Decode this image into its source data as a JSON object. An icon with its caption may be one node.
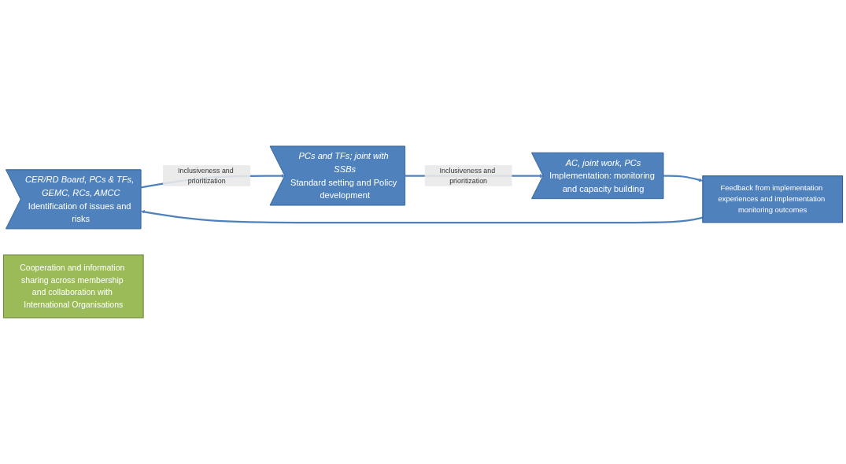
{
  "diagram": {
    "nodes": [
      {
        "text": [
          "CER/RD Board, PCs & TFs, GEMC, RCs, AMCC",
          "Identification of issues and risks"
        ]
      },
      {
        "text": [
          "PCs and TFs; joint with SSBs",
          "Standard setting and Policy development"
        ]
      },
      {
        "text": [
          "AC, joint work, PCs",
          "Implementation: monitoring and capacity building"
        ]
      },
      {
        "text": [
          "Feedback from implementation experiences and implementation monitoring outcomes"
        ]
      },
      {
        "text": [
          "Cooperation and information sharing across membership and collaboration with International Organisations"
        ]
      }
    ],
    "edges": [
      {
        "from": 0,
        "to": 1,
        "arrow": "to",
        "label": "Inclusiveness and prioritization"
      },
      {
        "from": 1,
        "to": 2,
        "arrow": "to",
        "label": "Inclusiveness and prioritization"
      },
      {
        "from": 2,
        "to": 3,
        "arrow": "to"
      },
      {
        "from": 3,
        "to": 0,
        "arrow": "to"
      }
    ]
  }
}
